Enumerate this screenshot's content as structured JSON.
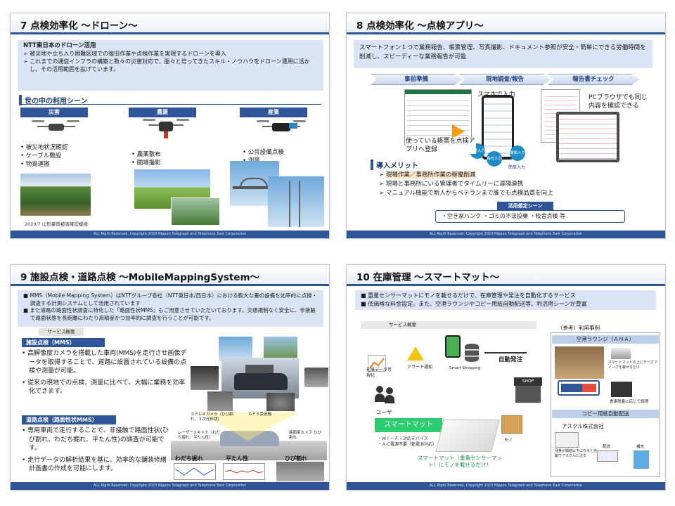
{
  "slide7": {
    "title": "7 点検効率化 ～ドローン～",
    "intro_head": "NTT東日本のドローン活用",
    "intro_1": "被災地や立ち入り困難区域での復旧作業や点検作業を実現するドローンを導入",
    "intro_2": "これまでの通信インフラの構築と数々の災害対応で、脈々と培ってきたスキル・ノウハウをドローン運用に活かし、その活用範囲を拡げています。",
    "section": "世の中の利用シーン",
    "cat_disaster": "災害",
    "cat_agri": "農業",
    "cat_industry": "産業",
    "disaster_items": [
      "被災地状況確認",
      "ケーブル敷設",
      "物資運搬"
    ],
    "agri_items": [
      "農薬散布",
      "圃場撮影"
    ],
    "industry_items": [
      "公共設備点検",
      "測量"
    ],
    "caption": "2020/7 山形豪雨被害確認模様",
    "footer": "ALL Right Reserved, Copyright 2023  Nippon Telegraph and Telephone East Corporation"
  },
  "slide8": {
    "title": "8 点検効率化 ～点検アプリ～",
    "intro": "スマートフォン１つで業務報告、帳票管理、写真撮影、ドキュメント参照が安全・簡単にできる労働時間を削減し、スピーディーな業務報告が可能",
    "step1": "事前準備",
    "step2": "現地調査/報告",
    "step3": "報告書チェック",
    "smartphone_label": "スマホで入力",
    "pc_label": "PCブラウザでも同じ内容を確認できる",
    "form_label": "使っている帳票を点検アプリへ登録",
    "bubble_1": "現地入力",
    "bubble_2": "自社入力",
    "bubble_3": "簡単入力",
    "merit_head": "導入メリット",
    "merits": [
      "現場作業／事務所作業の稼働削減",
      "現場と事務所にいる管理者でタイムリーに遠隔連携",
      "マニュアル機能で新人からベテランまで誰でも点検品質を向上"
    ],
    "scene_head": "活用想定シーン",
    "scene_text": "・空き家バンク ・ゴミの不法投棄 ・校舎点検 等",
    "footer": "ALL Right Reserved, Copyright 2023  Nippon Telegraph and Telephone East Corporation"
  },
  "slide9": {
    "title": "9 施設点検・道路点検 ～MobileMappingSystem～",
    "intro_1": "MMS（Mobile Mapping System）はNTTグループ各社（NTT東日本/西日本）における膨大な量の設備を効率的に点検・調査する計測システムとして活用されています",
    "intro_2": "また道路の路面性状調査に特化した「路面性状MMS」もご用意させていただいております。交通規制なく安全に、非接触で路面状態を長距離にわたり高精度かつ効率的に調査を行うことが可能です。",
    "service_tab": "サービス概要",
    "facility_head": "施設点検（MMS）",
    "facility_1": "高解像度カメラを搭載した車両(MMS)を走行させ画像データを取得することで、道路に設置されている設備の点検や測量が可能。",
    "facility_2": "従来の現地での点検、測量に比べて、大幅に業務を効率化できます。",
    "road_head": "道路点検（路面性状MMS）",
    "road_1": "専用車両で走行することで、非接触で路面性状(ひび割れ、わだち掘れ、平たん性)の調査が可能です。",
    "road_2": "走行データの解析結果を基に、効率的な舗装修繕計画書の作成を可能にします。",
    "diag_stereo": "ステレオカメラ（ひび割れ、３次元形状）",
    "diag_gps": "ＧＰＳ受信機",
    "diag_laser": "レーザースキャナ（わだち掘れ、平たん性）",
    "diag_camera": "路面用カメラ ひび割れ",
    "chart_rut": "わだち掘れ",
    "chart_flat": "平たん性",
    "chart_crack": "ひび割れ",
    "footer": "ALL Right Reserved, Copyright 2023  Nippon Telegraph and Telephone East Corporation"
  },
  "slide10": {
    "title": "10 在庫管理 ～スマートマット～",
    "intro_1": "重量センサーマットにモノを載せるだけで、在庫管理や発注を自動化するサービス",
    "intro_2": "低価格な料金設定。また、空港ラウンジやコピー用紙自動配送等、利活用シーンが豊富",
    "service_tab": "サービス概要",
    "visual": "在庫データ可視化",
    "alert": "アラート通知",
    "smart_shopping": "Smart Shopping",
    "auto_order": "自動発注",
    "user": "ユーザ",
    "shop": "SHOP",
    "mat_label": "スマートマット",
    "mat_spec_1": "・Ｗｉ－Ｆｉ対応デバイス",
    "mat_spec_2": "・ＡＣ電源不要（乾電池対応）",
    "item": "モノ",
    "mat_caption": "スマートマット（重量センサーマット）にモノを載せるだけ！",
    "ref_head": "（参考）利用事例",
    "airport": "空港ラウンジ（ＡＮＡ）",
    "airport_note": "スマートマットの上にチーズフィングを載せるだけ",
    "airport_note_2": "食事残量に応じて調理",
    "copy_head": "コピー用紙自動配送",
    "askul": "アスクル株式会社",
    "copy_note": "残量が閾値以下になると自動でアスクルに注文",
    "delivery": "配送",
    "refill": "補充",
    "footer": "ALL Right Reserved, Copyright 2023  Nippon Telegraph and Telephone East Corporation"
  }
}
